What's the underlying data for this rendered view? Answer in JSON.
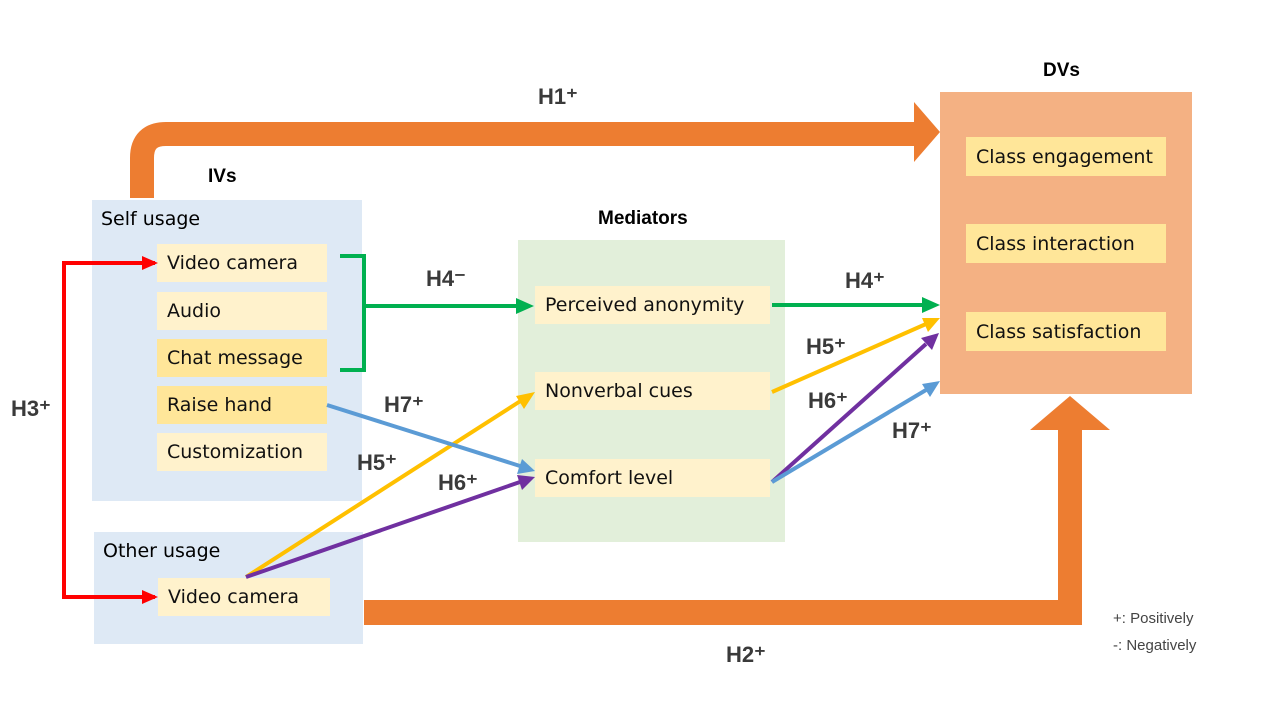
{
  "colors": {
    "big_arrow": "#ed7d31",
    "h3": "#ff0000",
    "h4": "#00b050",
    "h5": "#ffc000",
    "h6": "#7030a0",
    "h7": "#5b9bd5"
  },
  "ivs": {
    "title": "IVs",
    "self_usage": {
      "label": "Self usage",
      "items": [
        "Video camera",
        "Audio",
        "Chat message",
        "Raise hand",
        "Customization"
      ]
    },
    "other_usage": {
      "label": "Other usage",
      "items": [
        "Video camera"
      ]
    }
  },
  "mediators": {
    "title": "Mediators",
    "items": [
      "Perceived anonymity",
      "Nonverbal cues",
      "Comfort level"
    ]
  },
  "dvs": {
    "title": "DVs",
    "items": [
      "Class engagement",
      "Class interaction",
      "Class satisfaction"
    ]
  },
  "hypotheses": {
    "h1": "H1⁺",
    "h2": "H2⁺",
    "h3": "H3⁺",
    "h4_neg": "H4⁻",
    "h4_pos": "H4⁺",
    "h5_left": "H5⁺",
    "h5_right": "H5⁺",
    "h6_left": "H6⁺",
    "h6_right": "H6⁺",
    "h7_left": "H7⁺",
    "h7_right": "H7⁺"
  },
  "legend": {
    "positive": "+: Positively",
    "negative": "-: Negatively"
  }
}
